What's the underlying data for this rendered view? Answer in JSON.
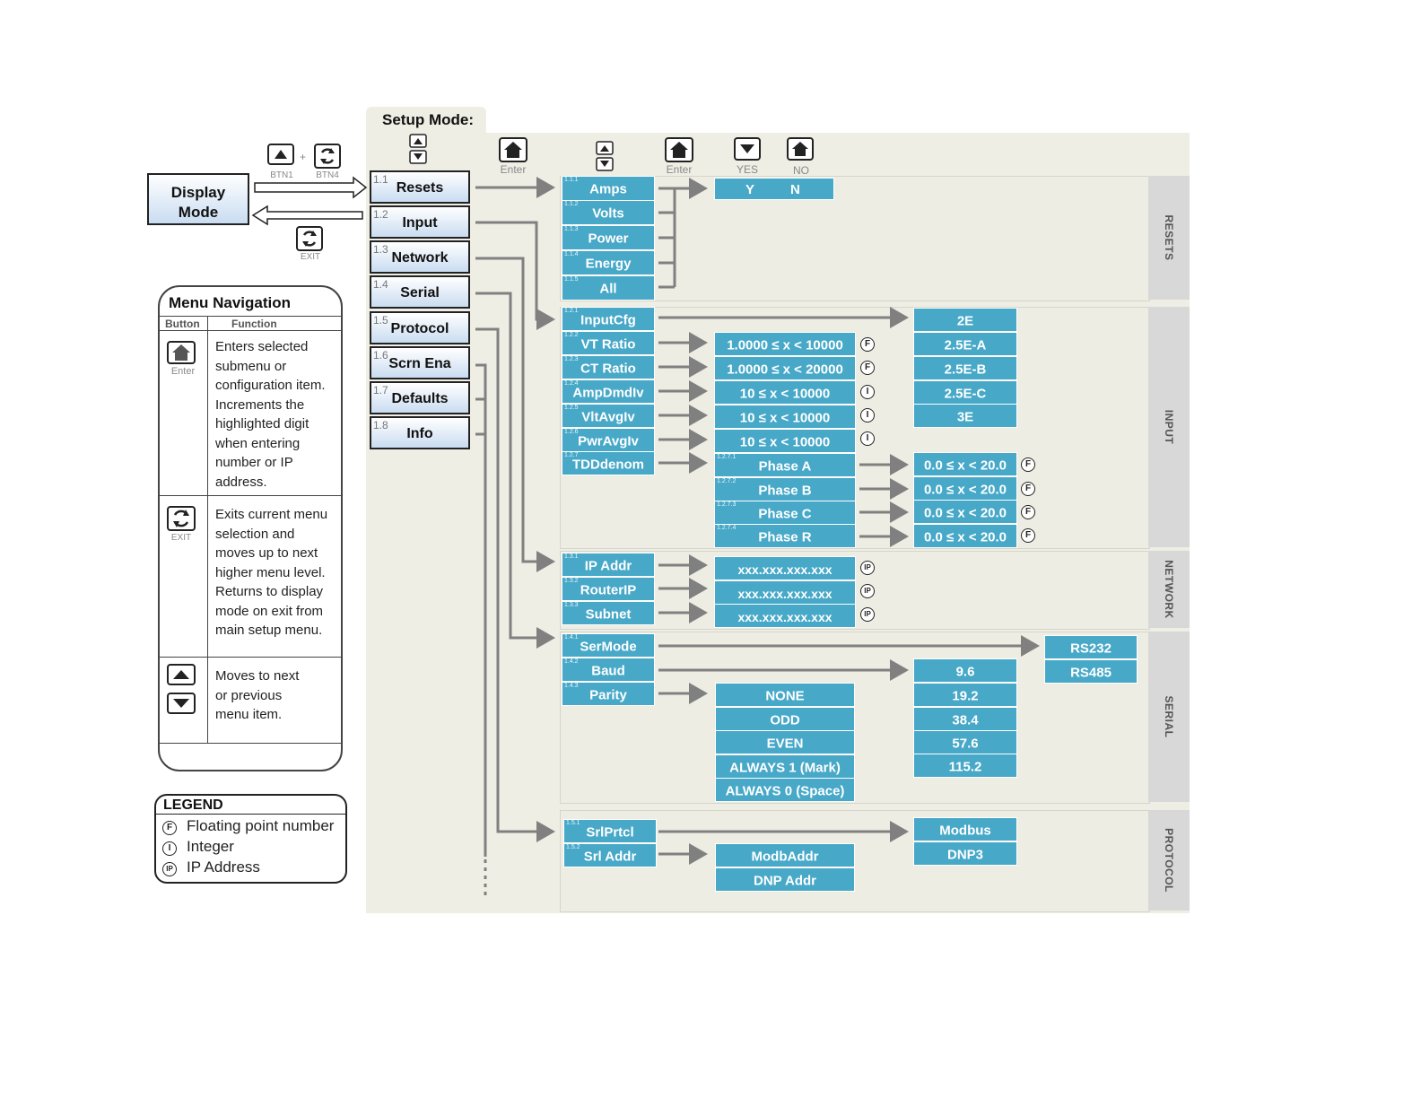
{
  "setup_title": "Setup Mode:",
  "display_mode": [
    "Display",
    "Mode"
  ],
  "top_buttons": {
    "btn1": "BTN1",
    "plus": "+",
    "btn4": "BTN4",
    "exit": "EXIT"
  },
  "header_labels": {
    "enter1": "Enter",
    "enter2": "Enter",
    "yes": "YES",
    "no": "NO"
  },
  "main_menu": [
    {
      "num": "1.1",
      "label": "Resets"
    },
    {
      "num": "1.2",
      "label": "Input"
    },
    {
      "num": "1.3",
      "label": "Network"
    },
    {
      "num": "1.4",
      "label": "Serial"
    },
    {
      "num": "1.5",
      "label": "Protocol"
    },
    {
      "num": "1.6",
      "label": "Scrn Ena"
    },
    {
      "num": "1.7",
      "label": "Defaults"
    },
    {
      "num": "1.8",
      "label": "Info"
    }
  ],
  "sections": {
    "resets": "RESETS",
    "input": "INPUT",
    "network": "NETWORK",
    "serial": "SERIAL",
    "protocol": "PROTOCOL"
  },
  "resets_items": [
    {
      "num": "1.1.1",
      "label": "Amps"
    },
    {
      "num": "1.1.2",
      "label": "Volts"
    },
    {
      "num": "1.1.3",
      "label": "Power"
    },
    {
      "num": "1.1.4",
      "label": "Energy"
    },
    {
      "num": "1.1.5",
      "label": "All"
    }
  ],
  "resets_yn": {
    "y": "Y",
    "n": "N"
  },
  "input_items": [
    {
      "num": "1.2.1",
      "label": "InputCfg"
    },
    {
      "num": "1.2.2",
      "label": "VT Ratio"
    },
    {
      "num": "1.2.3",
      "label": "CT Ratio"
    },
    {
      "num": "1.2.4",
      "label": "AmpDmdIv"
    },
    {
      "num": "1.2.5",
      "label": "VltAvgIv"
    },
    {
      "num": "1.2.6",
      "label": "PwrAvgIv"
    },
    {
      "num": "1.2.7",
      "label": "TDDdenom"
    }
  ],
  "input_ranges": [
    {
      "label": "1.0000 ≤ x < 10000",
      "sym": "F"
    },
    {
      "label": "1.0000 ≤ x < 20000",
      "sym": "F"
    },
    {
      "label": "10 ≤ x < 10000",
      "sym": "I"
    },
    {
      "label": "10 ≤ x < 10000",
      "sym": "I"
    },
    {
      "label": "10 ≤ x < 10000",
      "sym": "I"
    }
  ],
  "inputcfg_options": [
    "2E",
    "2.5E-A",
    "2.5E-B",
    "2.5E-C",
    "3E"
  ],
  "tdd_phases": [
    {
      "num": "1.2.7.1",
      "label": "Phase A"
    },
    {
      "num": "1.2.7.2",
      "label": "Phase B"
    },
    {
      "num": "1.2.7.3",
      "label": "Phase C"
    },
    {
      "num": "1.2.7.4",
      "label": "Phase R"
    }
  ],
  "tdd_range": "0.0 ≤ x < 20.0",
  "tdd_sym": "F",
  "network_items": [
    {
      "num": "1.3.1",
      "label": "IP Addr"
    },
    {
      "num": "1.3.2",
      "label": "RouterIP"
    },
    {
      "num": "1.3.3",
      "label": "Subnet"
    }
  ],
  "ip_value": "xxx.xxx.xxx.xxx",
  "ip_sym": "IP",
  "serial_items": [
    {
      "num": "1.4.1",
      "label": "SerMode"
    },
    {
      "num": "1.4.2",
      "label": "Baud"
    },
    {
      "num": "1.4.3",
      "label": "Parity"
    }
  ],
  "sermode_options": [
    "RS232",
    "RS485"
  ],
  "baud_options": [
    "9.6",
    "19.2",
    "38.4",
    "57.6",
    "115.2"
  ],
  "parity_options": [
    "NONE",
    "ODD",
    "EVEN",
    "ALWAYS 1 (Mark)",
    "ALWAYS 0 (Space)"
  ],
  "protocol_items": [
    {
      "num": "1.5.1",
      "label": "SrlPrtcl"
    },
    {
      "num": "1.5.2",
      "label": "Srl Addr"
    }
  ],
  "srlprtcl_options": [
    "Modbus",
    "DNP3"
  ],
  "srladdr_options": [
    "ModbAddr",
    "DNP Addr"
  ],
  "nav": {
    "title": "Menu Navigation",
    "col_button": "Button",
    "col_function": "Function",
    "enter_label": "Enter",
    "exit_label": "EXIT",
    "enter_lines": [
      "Enters selected",
      "submenu or",
      "configuration item.",
      "Increments the",
      "highlighted digit",
      "when entering",
      "number or IP",
      "address."
    ],
    "exit_lines": [
      "Exits current menu",
      "selection and",
      "moves up to next",
      "higher menu level.",
      "Returns to display",
      "mode on exit from",
      "main setup menu."
    ],
    "arrow_lines": [
      "Moves to next",
      "or previous",
      "menu item."
    ]
  },
  "legend": {
    "title": "LEGEND",
    "items": [
      {
        "sym": "F",
        "label": "Floating point number"
      },
      {
        "sym": "I",
        "label": "Integer"
      },
      {
        "sym": "IP",
        "label": "IP Address"
      }
    ]
  },
  "colors": {
    "block": "#47a8c8",
    "panel": "#efeee4",
    "arrow": "#808080",
    "menu_grad": "#c9dcf1"
  }
}
